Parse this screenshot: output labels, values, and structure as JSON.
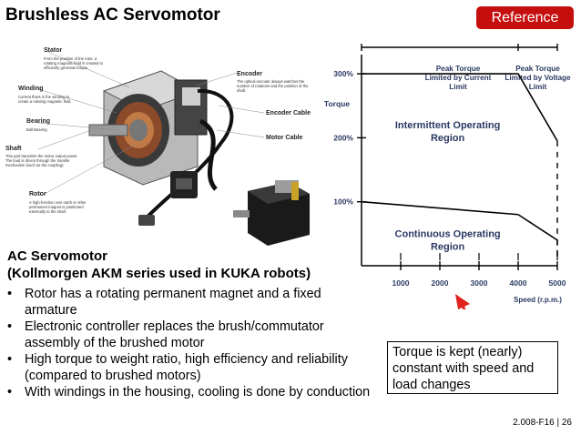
{
  "slide": {
    "title": "Brushless AC Servomotor",
    "reference_badge": "Reference",
    "subheading_line1": "AC Servomotor",
    "subheading_line2": "(Kollmorgen AKM series used in KUKA robots)",
    "bullets": [
      "Rotor has a rotating permanent magnet and a fixed armature",
      "Electronic controller replaces the brush/commutator assembly of the brushed motor",
      "High torque to weight ratio, high efficiency and reliability (compared to brushed motors)",
      "With windings in the housing, cooling is done by conduction"
    ],
    "callout": "Torque is kept (nearly) constant with speed and load changes",
    "footer": "2.008-F16 | 26"
  },
  "motor_diagram": {
    "labels": {
      "stator": "Stator",
      "winding": "Winding",
      "bearing": "Bearing",
      "shaft": "Shaft",
      "rotor": "Rotor",
      "encoder": "Encoder",
      "encoder_cable": "Encoder Cable",
      "motor_cable": "Motor Cable"
    },
    "descriptions": {
      "stator": "From the position of the rotor, a rotating magnetic field is created to efficiently generate torque.",
      "winding": "Current flows in the winding to create a rotating magnetic field.",
      "bearing": "Ball Bearing",
      "shaft": "This part transmits the motor output power. The load is driven through the transfer mechanism (such as the coupling).",
      "rotor": "A high-function rare earth or other permanent magnet is positioned externally to the shaft.",
      "encoder": "The optical encoder always watches the number of rotations and the position of the shaft."
    }
  },
  "chart_data": {
    "type": "area",
    "xlabel": "Speed (r.p.m.)",
    "ylabel": "Torque",
    "x_ticks": [
      1000,
      2000,
      3000,
      4000,
      5000
    ],
    "y_ticks": [
      100,
      200,
      300
    ],
    "y_tick_labels": [
      "100%",
      "200%",
      "300%"
    ],
    "xlim": [
      0,
      5000
    ],
    "ylim": [
      0,
      330
    ],
    "series": [
      {
        "name": "Intermittent Operating Region",
        "x": [
          0,
          4000,
          5000
        ],
        "y": [
          300,
          300,
          195
        ]
      },
      {
        "name": "Continuous Operating Region",
        "x": [
          0,
          4000,
          5000
        ],
        "y": [
          100,
          80,
          40
        ]
      }
    ],
    "region_label_lines": {
      "intermittent": [
        "Intermittent Operating",
        "Region"
      ],
      "continuous": [
        "Continuous Operating",
        "Region"
      ]
    },
    "header_left": [
      "Peak Torque",
      "Limited by Current",
      "Limit"
    ],
    "header_right": [
      "Peak Torque",
      "Limited by Voltage",
      "Limit"
    ]
  }
}
